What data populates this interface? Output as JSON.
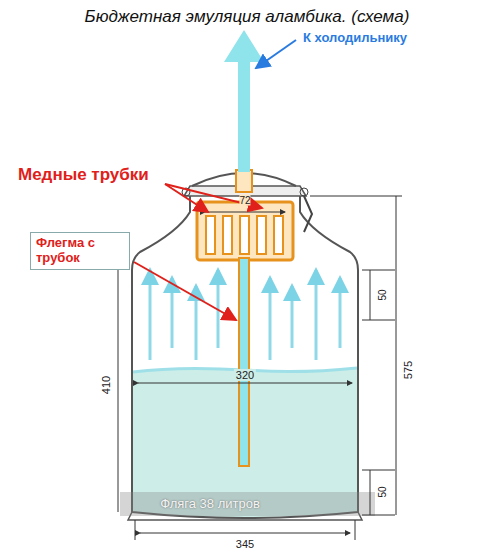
{
  "diagram": {
    "title": "Бюджетная эмуляция аламбика. (схема)",
    "nodes": [
      {
        "text": [
          "Флегма с трубок"
        ]
      }
    ],
    "labels": [
      "К холодильнику",
      "Медные трубки",
      "72",
      "50",
      "410",
      "320",
      "575",
      "50",
      "345",
      "Фляга 38 литров"
    ]
  }
}
